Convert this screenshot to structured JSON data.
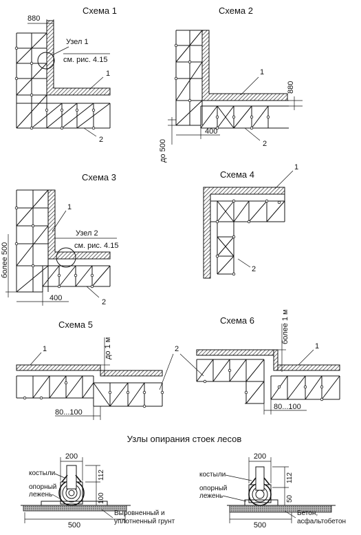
{
  "schemes": [
    {
      "title": "Схема 1",
      "note_title": "Узел 1",
      "note_ref": "см. рис. 4.15",
      "dim_top": "880",
      "label_1": "1",
      "label_2": "2"
    },
    {
      "title": "Схема 2",
      "dim_side": "880",
      "dim_bottom": "400",
      "dim_vertical": "до 500",
      "label_1": "1",
      "label_2": "2"
    },
    {
      "title": "Схема 3",
      "note_title": "Узел 2",
      "note_ref": "см. рис. 4.15",
      "dim_bottom": "400",
      "dim_vertical": "более 500",
      "label_1": "1",
      "label_2": "2"
    },
    {
      "title": "Схема 4",
      "label_1": "1",
      "label_2": "2"
    },
    {
      "title": "Схема 5",
      "dim_bottom": "80...100",
      "dim_vertical": "до 1 м",
      "label_1": "1",
      "label_2": "2"
    },
    {
      "title": "Схема 6",
      "dim_bottom": "80...100",
      "dim_vertical": "более 1 м",
      "label_1": "1"
    }
  ],
  "supports": {
    "section_title": "Узлы опирания стоек лесов",
    "left": {
      "dim_top": "200",
      "dim_right_top": "112",
      "dim_right_bottom": "100",
      "dim_bottom": "500",
      "label_crutches": "костыли",
      "label_bearing_line1": "опорный",
      "label_bearing_line2": "лежень",
      "label_ground_line1": "Выровненный и",
      "label_ground_line2": "уплотненный грунт"
    },
    "right": {
      "dim_top": "200",
      "dim_right_top": "112",
      "dim_right_bottom": "50",
      "dim_bottom": "500",
      "label_crutches": "костыли",
      "label_bearing_line1": "опорный",
      "label_bearing_line2": "лежень",
      "label_ground_line1": "Бетон,",
      "label_ground_line2": "асфальтобетон"
    }
  }
}
